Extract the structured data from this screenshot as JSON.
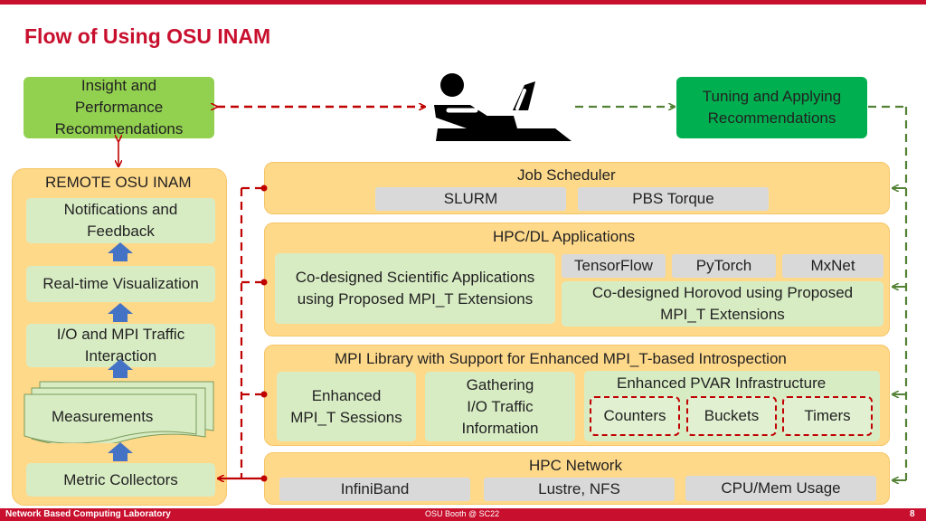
{
  "title": "Flow of Using OSU INAM",
  "insight": "Insight and\nPerformance\nRecommendations",
  "tuning": "Tuning and Applying\nRecommendations",
  "remote": {
    "title": "REMOTE OSU INAM",
    "notifications": "Notifications and\nFeedback",
    "visualization": "Real-time Visualization",
    "interaction": "I/O and MPI Traffic\nInteraction",
    "measurements": "Measurements",
    "collectors": "Metric Collectors"
  },
  "job_scheduler": {
    "title": "Job Scheduler",
    "slurm": "SLURM",
    "pbs": "PBS Torque"
  },
  "apps": {
    "title": "HPC/DL Applications",
    "codesigned_apps": "Co-designed Scientific Applications\nusing Proposed MPI_T Extensions",
    "tensorflow": "TensorFlow",
    "pytorch": "PyTorch",
    "mxnet": "MxNet",
    "horovod": "Co-designed Horovod using Proposed\nMPI_T Extensions"
  },
  "mpi": {
    "title": "MPI Library with Support for Enhanced MPI_T-based Introspection",
    "sessions": "Enhanced\nMPI_T Sessions",
    "gathering": "Gathering\nI/O Traffic\nInformation",
    "pvar_title": "Enhanced PVAR Infrastructure",
    "counters": "Counters",
    "buckets": "Buckets",
    "timers": "Timers"
  },
  "network": {
    "title": "HPC Network",
    "infiniband": "InfiniBand",
    "lustre": "Lustre, NFS",
    "cpu": "CPU/Mem Usage"
  },
  "footer": {
    "lab": "Network Based Computing Laboratory",
    "booth": "OSU Booth @ SC22",
    "page": "8"
  },
  "icons": [
    "user-at-computer-icon",
    "up-arrow-icon"
  ],
  "colors": {
    "brand_red": "#c8102e",
    "light_green": "#92d050",
    "dark_green": "#00b050",
    "panel": "#ffd98a",
    "arrow_red": "#c00000",
    "arrow_green": "#548235"
  }
}
